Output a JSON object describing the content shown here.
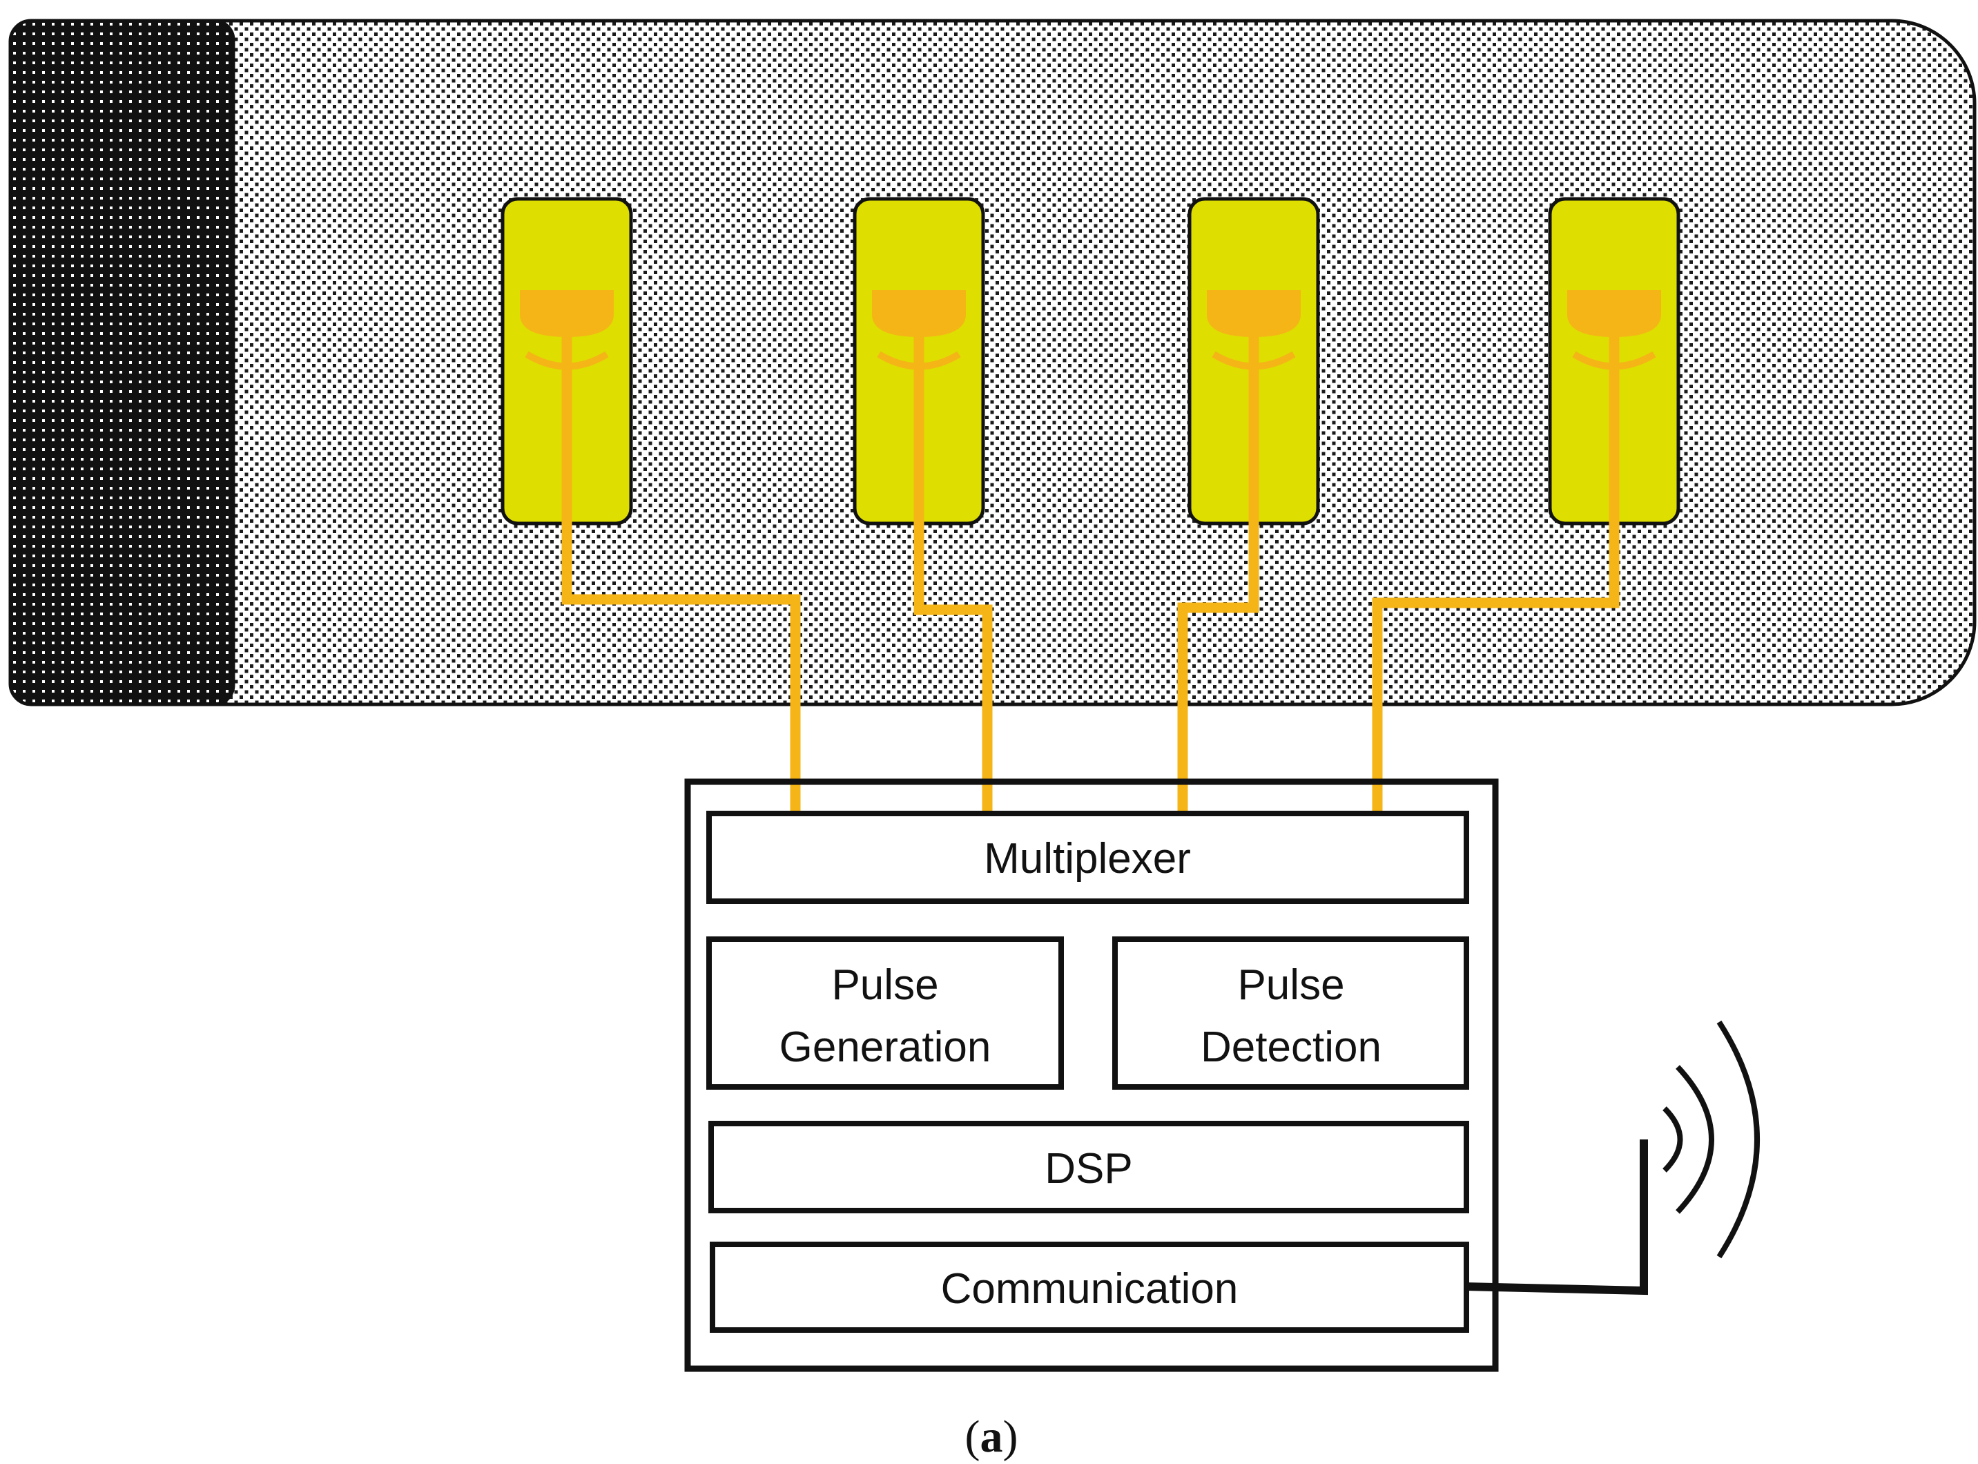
{
  "colors": {
    "background": "#ffffff",
    "strap_fill": "#ffffff",
    "strap_dots": "#1a1a1a",
    "strap_end": "#111111",
    "sensor_pad": "#dede00",
    "trace": "#f5b517",
    "outline": "#111111"
  },
  "strap": {
    "sensor_count": 4,
    "icon": "antenna-patch-icon"
  },
  "module": {
    "blocks": {
      "multiplexer": "Multiplexer",
      "pulse_generation": [
        "Pulse",
        "Generation"
      ],
      "pulse_detection": [
        "Pulse",
        "Detection"
      ],
      "dsp": "DSP",
      "communication": "Communication"
    }
  },
  "wireless": {
    "icon": "radio-waves-icon"
  },
  "caption": {
    "open": "(",
    "letter": "a",
    "close": ")"
  }
}
